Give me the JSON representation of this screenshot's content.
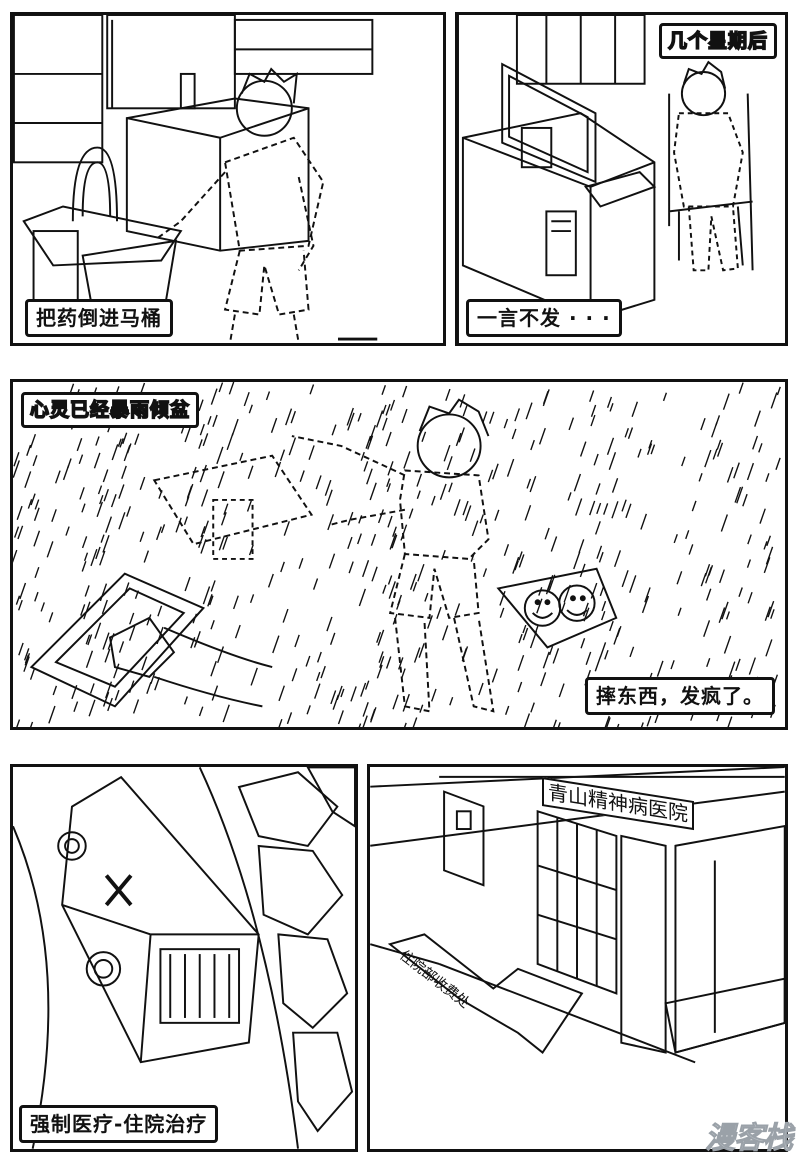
{
  "panels": [
    {
      "id": "p1",
      "caption": "把药倒进马桶"
    },
    {
      "id": "p2",
      "caption_top": "几个星期后",
      "caption": "一言不发 · · ·"
    },
    {
      "id": "p3",
      "caption_top": "心灵已经暴雨倾盆",
      "caption": "摔东西，发疯了。"
    },
    {
      "id": "p4",
      "caption": "强制医疗-住院治疗"
    },
    {
      "id": "p5",
      "sign": "青山精神病医院",
      "arrow_label": "住院部收费处"
    }
  ],
  "watermark": "漫客栈"
}
